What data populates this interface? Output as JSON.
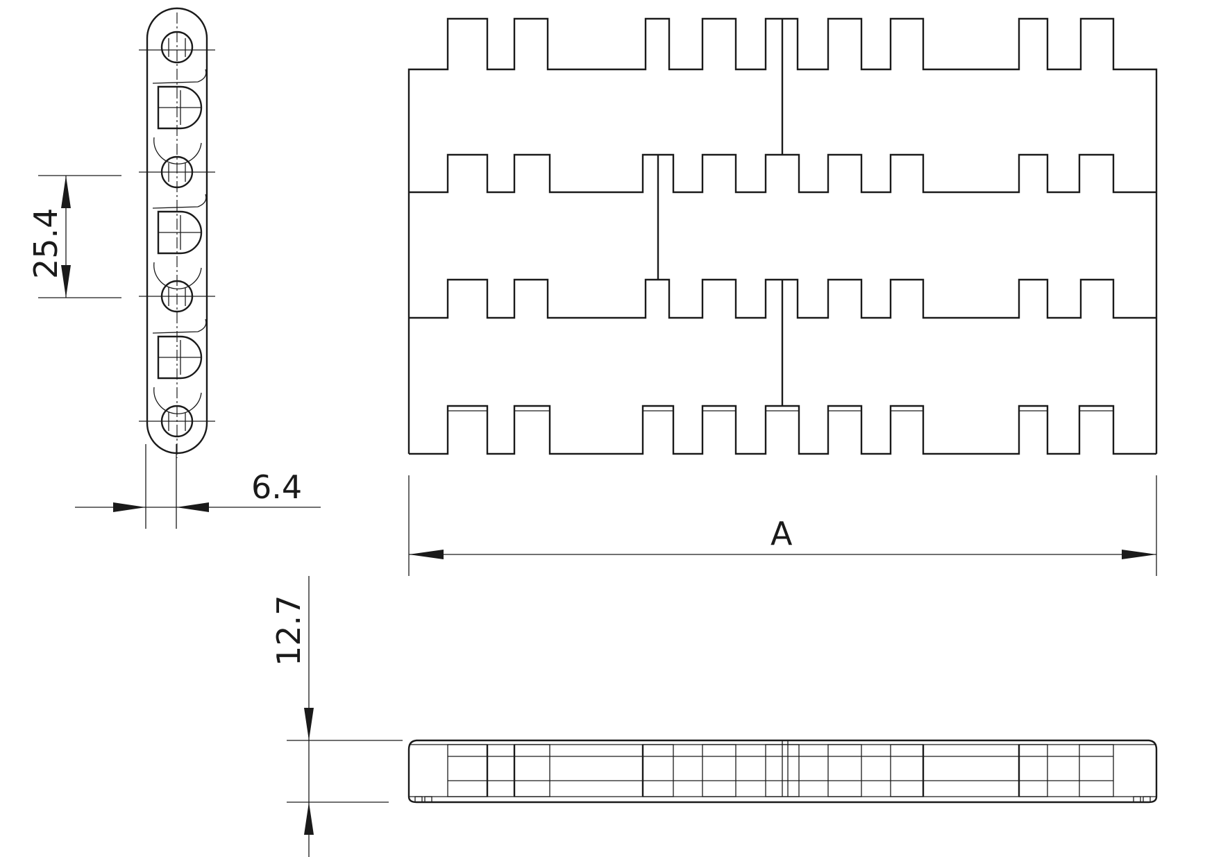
{
  "dimensions": {
    "pitch": "25.4",
    "width": "6.4",
    "length": "A",
    "height": "12.7"
  },
  "colors": {
    "line": "#1a1a1a",
    "background": "#ffffff"
  }
}
